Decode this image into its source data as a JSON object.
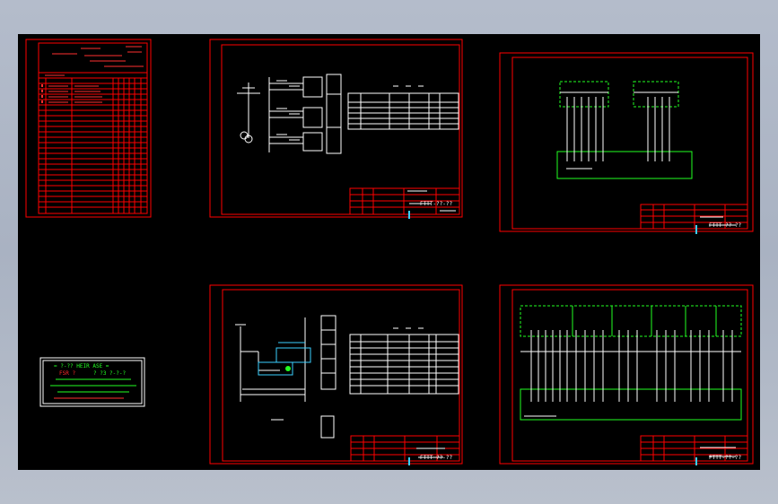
{
  "colors": {
    "background": "#000000",
    "frame": "#ff0000",
    "line": "#ffffff",
    "terminal": "#00ff00",
    "highlight": "#00bfff"
  },
  "legend_box": {
    "title": "= ?-?? HEIR ASE =",
    "line2_left": "FSR  ?",
    "line2_right": "? ?3 ?-?-?"
  },
  "sheets": [
    {
      "id": "sheet-1",
      "drawing_no": ""
    },
    {
      "id": "sheet-2",
      "drawing_no": "FTTT-??-??"
    },
    {
      "id": "sheet-3",
      "drawing_no": "FTTT-??-??"
    },
    {
      "id": "sheet-4",
      "drawing_no": "FTTT-??-??"
    },
    {
      "id": "sheet-5",
      "drawing_no": "FTTT-??-??"
    }
  ]
}
